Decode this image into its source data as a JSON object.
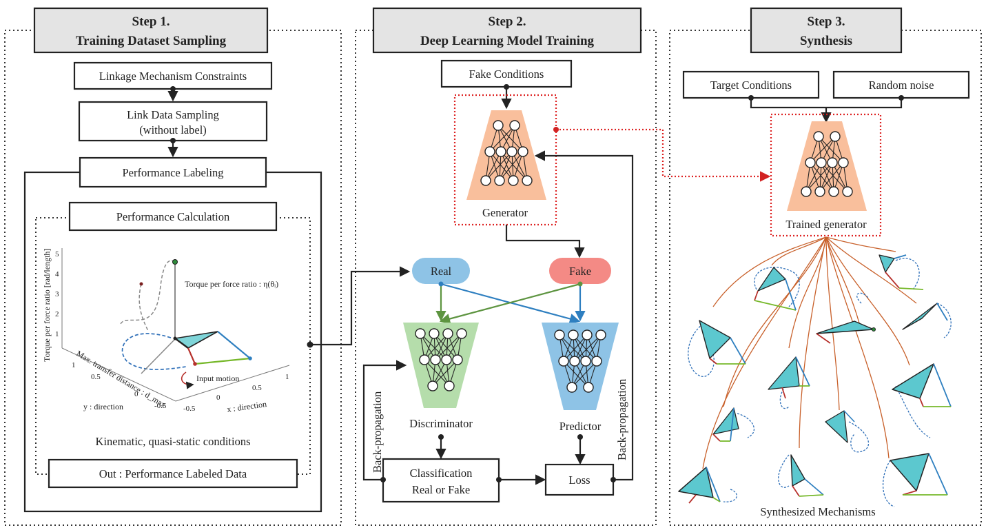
{
  "step1": {
    "header_line1": "Step 1.",
    "header_line2": "Training Dataset Sampling",
    "constraints": "Linkage Mechanism Constraints",
    "sampling_line1": "Link Data Sampling",
    "sampling_line2": "(without label)",
    "labeling": "Performance Labeling",
    "calculation": "Performance Calculation",
    "plot": {
      "zlabel": "Torque per force ratio [rad/length]",
      "torque_annot": "Torque per force ratio : η(θᵢ)",
      "dist_annot": "Max. transfer distance : d_max",
      "input_motion": "Input motion",
      "ylabel": "y : direction",
      "xlabel": "x : direction",
      "z_ticks": [
        "5",
        "4",
        "3",
        "2",
        "1"
      ],
      "y_ticks": [
        "1",
        "0.5",
        "0",
        "-0.5"
      ],
      "x_ticks": [
        "1",
        "0.5",
        "0",
        "-0.5"
      ]
    },
    "conditions": "Kinematic, quasi-static conditions",
    "output": "Out : Performance Labeled Data"
  },
  "step2": {
    "header_line1": "Step 2.",
    "header_line2": "Deep Learning Model Training",
    "fake_conditions": "Fake Conditions",
    "generator": "Generator",
    "real": "Real",
    "fake": "Fake",
    "discriminator": "Discriminator",
    "predictor": "Predictor",
    "classification_line1": "Classification",
    "classification_line2": "Real or Fake",
    "loss": "Loss",
    "backprop_left": "Back-propagation",
    "backprop_right": "Back-propagation"
  },
  "step3": {
    "header_line1": "Step 3.",
    "header_line2": "Synthesis",
    "target_conditions": "Target Conditions",
    "random_noise": "Random noise",
    "trained_generator": "Trained generator",
    "synthesized": "Synthesized Mechanisms"
  },
  "colors": {
    "generator_fill": "#f9bf9c",
    "discriminator_fill": "#b5ddab",
    "predictor_fill": "#8ec3e6",
    "real_fill": "#8ec3e6",
    "fake_fill": "#f48a85",
    "mechanism_fill": "#5cc8cf",
    "green_arrow": "#5d9440",
    "blue_arrow": "#2e7fc0",
    "red_dotted": "#d22222",
    "branch": "#c8602a"
  }
}
